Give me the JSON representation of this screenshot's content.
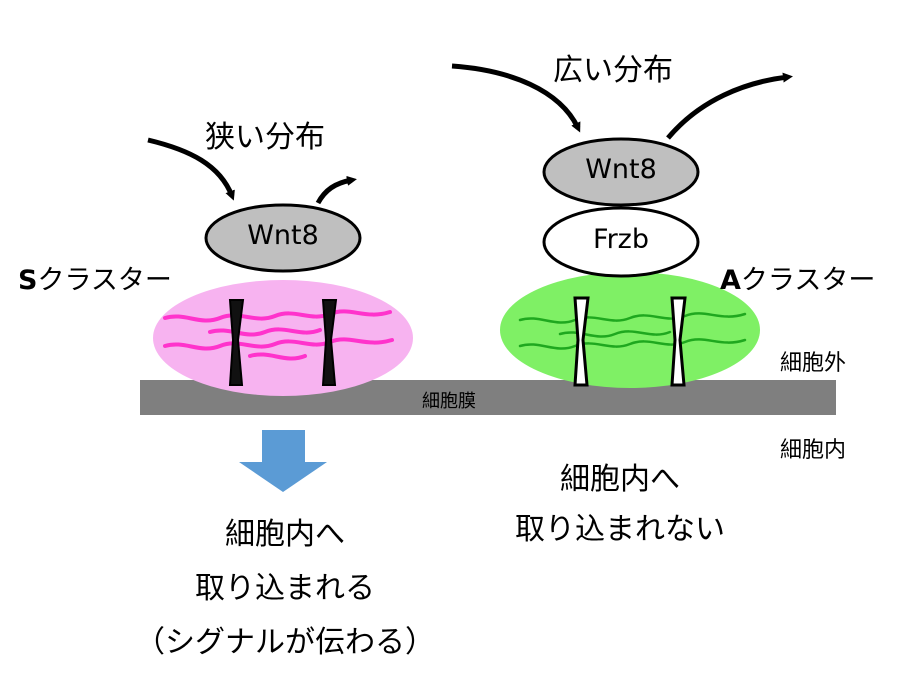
{
  "left": {
    "arrow_label": "狭い分布",
    "protein_label": "Wnt8",
    "cluster_letter": "S",
    "cluster_suffix": "クラスター",
    "outcome_line1": "細胞内へ",
    "outcome_line2": "取り込まれる",
    "outcome_line3": "（シグナルが伝わる）",
    "cluster_color": "#f7b3f0",
    "chain_color": "#ff33cc",
    "arrow_down_color": "#5b9bd5"
  },
  "right": {
    "arrow_label": "広い分布",
    "protein_top_label": "Wnt8",
    "protein_bottom_label": "Frzb",
    "cluster_letter": "A",
    "cluster_suffix": "クラスター",
    "outcome_line1": "細胞内へ",
    "outcome_line2": "取り込まれない",
    "cluster_color": "#7ff065",
    "chain_color": "#1fa81f"
  },
  "membrane": {
    "label": "細胞膜",
    "color": "#7f7f7f"
  },
  "regions": {
    "outside": "細胞外",
    "inside": "細胞内"
  }
}
